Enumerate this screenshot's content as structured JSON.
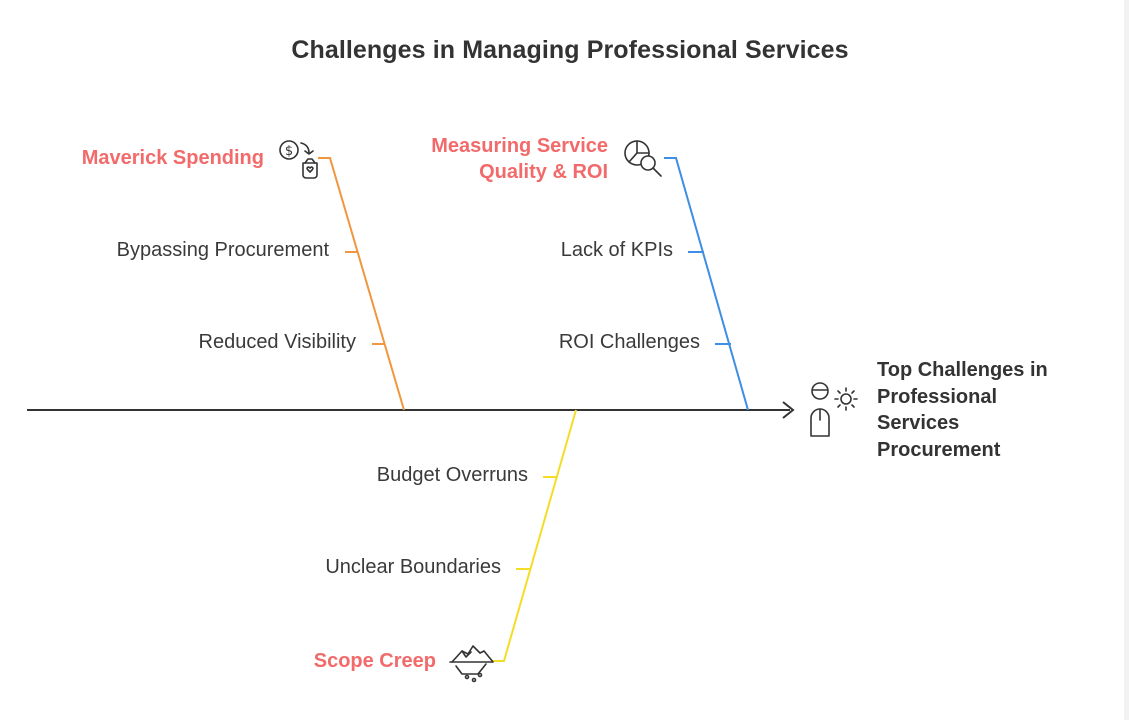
{
  "title": "Challenges in Managing Professional Services",
  "effect": "Top Challenges in Professional Services Procurement",
  "colors": {
    "heading": "#f26a6a",
    "orange_branch": "#f0963e",
    "blue_branch": "#3d8ee6",
    "yellow_branch": "#f5dc27",
    "spine": "#333333"
  },
  "branches": {
    "maverick": {
      "heading": "Maverick Spending",
      "icon": "money-transfer-icon",
      "causes": [
        "Bypassing Procurement",
        "Reduced Visibility"
      ]
    },
    "measuring": {
      "heading_line1": "Measuring Service",
      "heading_line2": "Quality & ROI",
      "icon": "chart-magnifier-icon",
      "causes": [
        "Lack of KPIs",
        "ROI Challenges"
      ]
    },
    "scope": {
      "heading": "Scope Creep",
      "icon": "iceberg-icon",
      "causes": [
        "Budget Overruns",
        "Unclear Boundaries"
      ]
    }
  },
  "effect_icon": "person-gear-icon"
}
